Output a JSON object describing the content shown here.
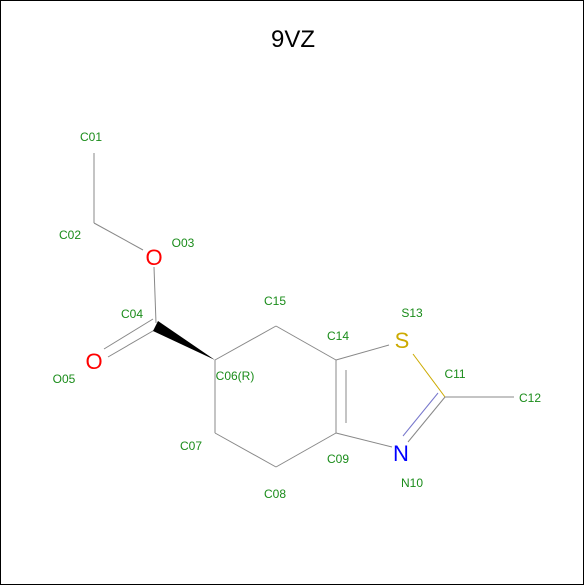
{
  "title": "9VZ",
  "colors": {
    "carbon_label": "#1a8c1a",
    "oxygen": "#ff0000",
    "nitrogen": "#0000ff",
    "sulfur": "#ccaa00",
    "bond": "#888888",
    "wedge": "#000000",
    "title": "#000000"
  },
  "atoms": {
    "O03": {
      "symbol": "O",
      "label": "O03"
    },
    "O05": {
      "symbol": "O",
      "label": "O05"
    },
    "S13": {
      "symbol": "S",
      "label": "S13"
    },
    "N10": {
      "symbol": "N",
      "label": "N10"
    },
    "C01": {
      "label": "C01"
    },
    "C02": {
      "label": "C02"
    },
    "C04": {
      "label": "C04"
    },
    "C06": {
      "label": "C06(R)"
    },
    "C07": {
      "label": "C07"
    },
    "C08": {
      "label": "C08"
    },
    "C09": {
      "label": "C09"
    },
    "C11": {
      "label": "C11"
    },
    "C12": {
      "label": "C12"
    },
    "C14": {
      "label": "C14"
    },
    "C15": {
      "label": "C15"
    }
  }
}
